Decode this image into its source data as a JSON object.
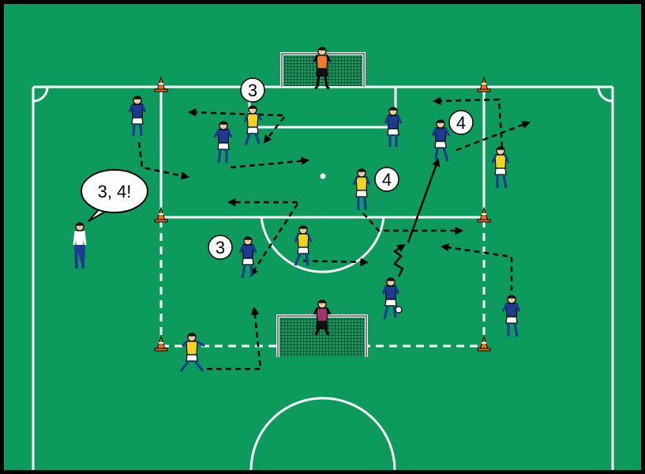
{
  "colors": {
    "pitch": "#0c9a5d",
    "lines": "#ffffff",
    "team_blue": "#1b3c8f",
    "team_yellow": "#f3d320",
    "goalkeeper_top": "#f47a2a",
    "goalkeeper_bottom": "#a0336e",
    "cone": "#f26c1a",
    "arrow": "#000000"
  },
  "badges": [
    "3",
    "3",
    "4",
    "4"
  ],
  "coach_call": "3, 4!"
}
